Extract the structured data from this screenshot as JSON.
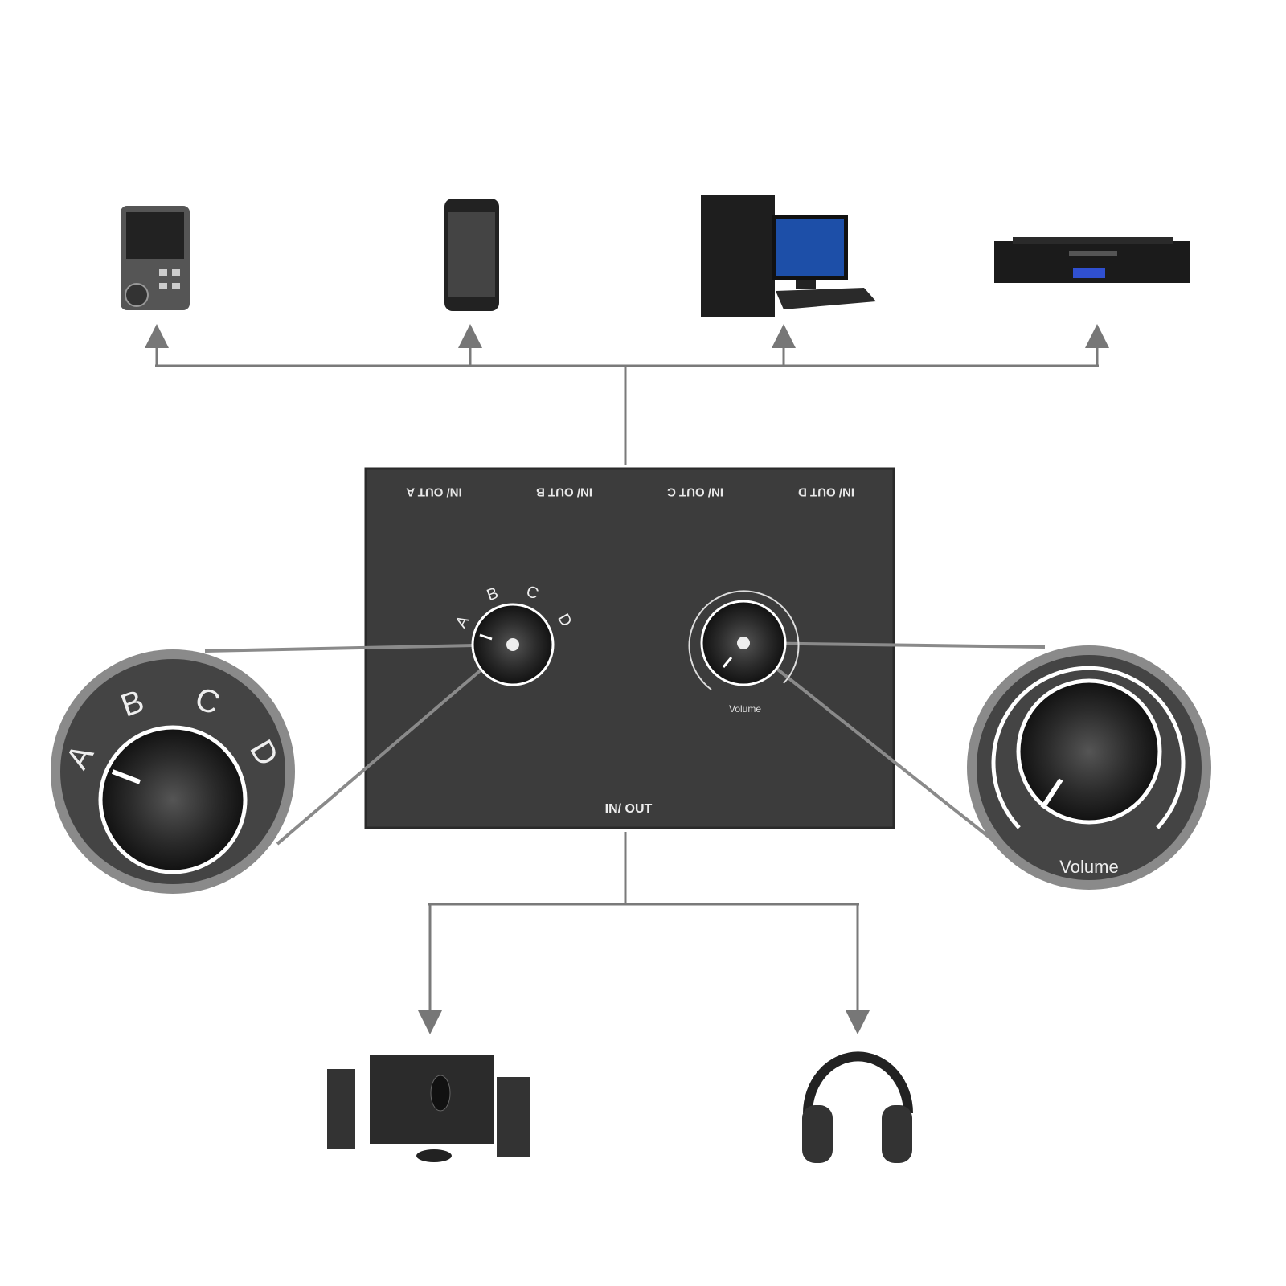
{
  "switch_box": {
    "port_labels": [
      "IN/ OUT A",
      "IN/ OUT B",
      "IN/ OUT C",
      "IN/ OUT D"
    ],
    "selector_positions": [
      "A",
      "B",
      "C",
      "D"
    ],
    "volume_label": "Volume",
    "common_port_label": "IN/ OUT",
    "body_color": "#3c3c3c"
  },
  "zoom_left": {
    "positions": [
      "A",
      "B",
      "C",
      "D"
    ]
  },
  "zoom_right": {
    "label": "Volume"
  },
  "top_devices": [
    "mp3-player-icon",
    "smartphone-icon",
    "desktop-computer-icon",
    "rack-cd-player-icon"
  ],
  "bottom_devices": [
    "speaker-system-icon",
    "headphones-icon"
  ],
  "line_color": "#7a7a7a"
}
